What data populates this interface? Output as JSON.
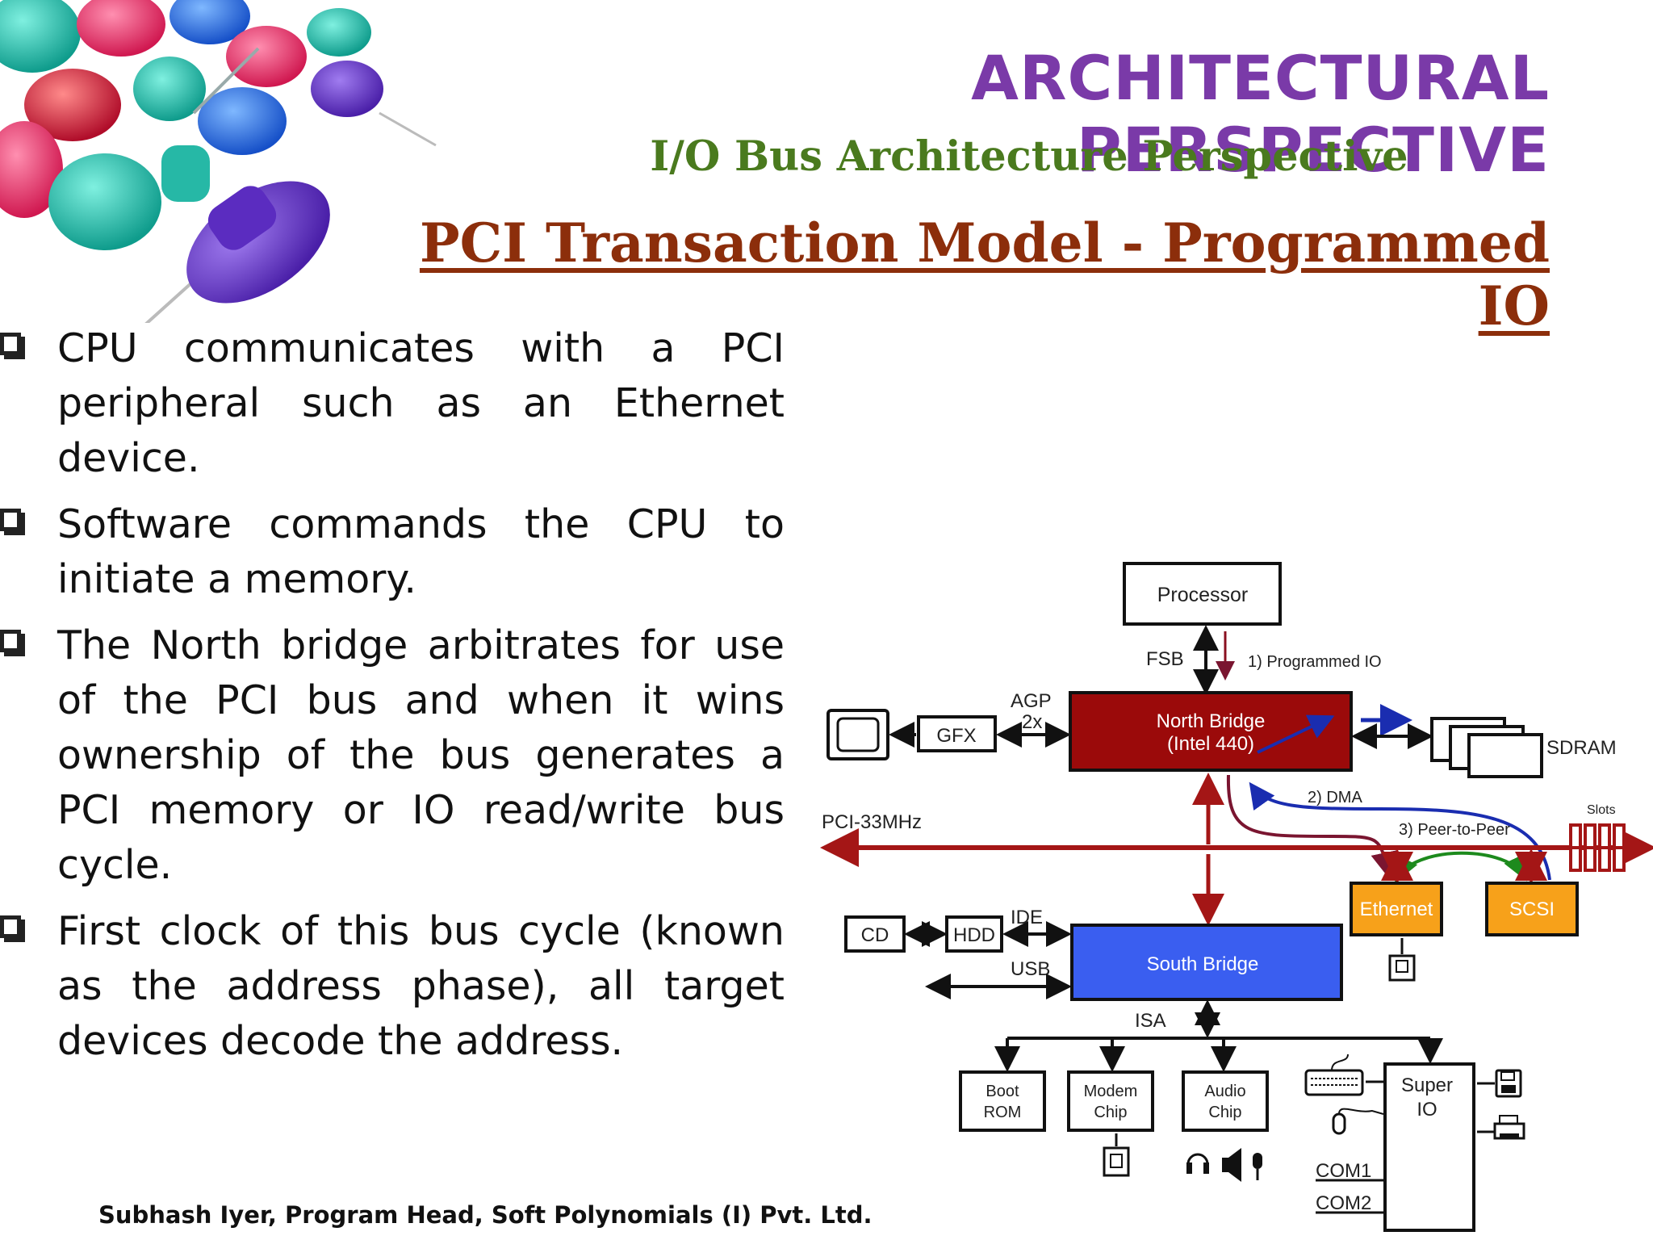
{
  "slide": {
    "title": "ARCHITECTURAL PERSPECTIVE",
    "subtitle": "I/O Bus Architecture Perspective",
    "heading": "PCI Transaction Model - Programmed IO",
    "bullets": [
      "CPU communicates with a PCI peripheral such as an Ethernet device.",
      "Software commands the CPU to initiate a memory.",
      "The North bridge arbitrates for use of the PCI bus and when it wins ownership of the bus generates a PCI memory or IO read/write bus cycle.",
      " First clock of this bus cycle (known as the address phase), all target devices decode the address."
    ],
    "footer": "Subhash Iyer, Program Head, Soft Polynomials (I) Pvt. Ltd."
  },
  "diagram": {
    "processor": "Processor",
    "fsb": "FSB",
    "programmed_io": "1) Programmed IO",
    "agp": "AGP",
    "agp_speed": "2x",
    "gfx": "GFX",
    "north_bridge_line1": "North Bridge",
    "north_bridge_line2": "(Intel 440)",
    "sdram": "SDRAM",
    "dma": "2) DMA",
    "peer_to_peer": "3) Peer-to-Peer",
    "slots": "Slots",
    "pci_bus": "PCI-33MHz",
    "ethernet": "Ethernet",
    "scsi": "SCSI",
    "cd": "CD",
    "hdd": "HDD",
    "ide": "IDE",
    "usb": "USB",
    "south_bridge": "South Bridge",
    "isa": "ISA",
    "boot_rom_line1": "Boot",
    "boot_rom_line2": "ROM",
    "modem_line1": "Modem",
    "modem_line2": "Chip",
    "audio_line1": "Audio",
    "audio_line2": "Chip",
    "super_io_line1": "Super",
    "super_io_line2": "IO",
    "com1": "COM1",
    "com2": "COM2",
    "colors": {
      "north_bridge": "#9b0a0a",
      "south_bridge": "#3a5ef0",
      "peripheral": "#f7a11a",
      "pci_bus": "#a41616",
      "title": "#7a3aa8",
      "subtitle": "#4a7a1e",
      "heading": "#8c2e0b"
    }
  }
}
